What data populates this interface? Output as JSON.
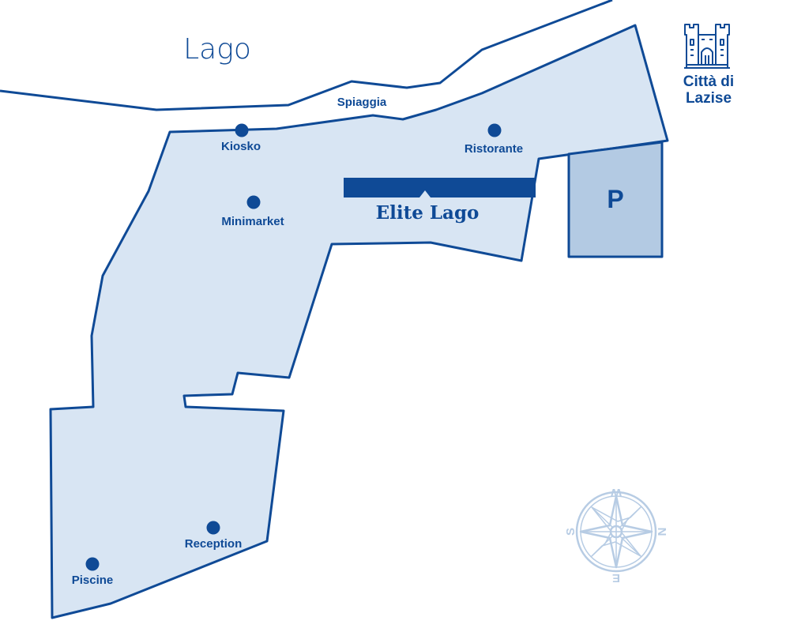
{
  "map": {
    "lake_label": "Lago",
    "beach_label": "Spiaggia",
    "hotel_name": "Elite Lago",
    "parking_label": "P",
    "city": {
      "line1": "Città di",
      "line2": "Lazise",
      "icon": "castle-icon"
    },
    "pois": [
      {
        "id": "kiosko",
        "label": "Kiosko"
      },
      {
        "id": "ristorante",
        "label": "Ristorante"
      },
      {
        "id": "minimarket",
        "label": "Minimarket"
      },
      {
        "id": "reception",
        "label": "Reception"
      },
      {
        "id": "piscine",
        "label": "Piscine"
      }
    ],
    "compass": {
      "icon": "compass-rose-icon",
      "north": "N",
      "south": "S",
      "east": "E",
      "west": "W"
    },
    "colors": {
      "brand": "#0f4a96",
      "area_fill": "#d8e5f3",
      "parking_fill": "#b3cae3",
      "compass": "#b7cce4"
    }
  }
}
